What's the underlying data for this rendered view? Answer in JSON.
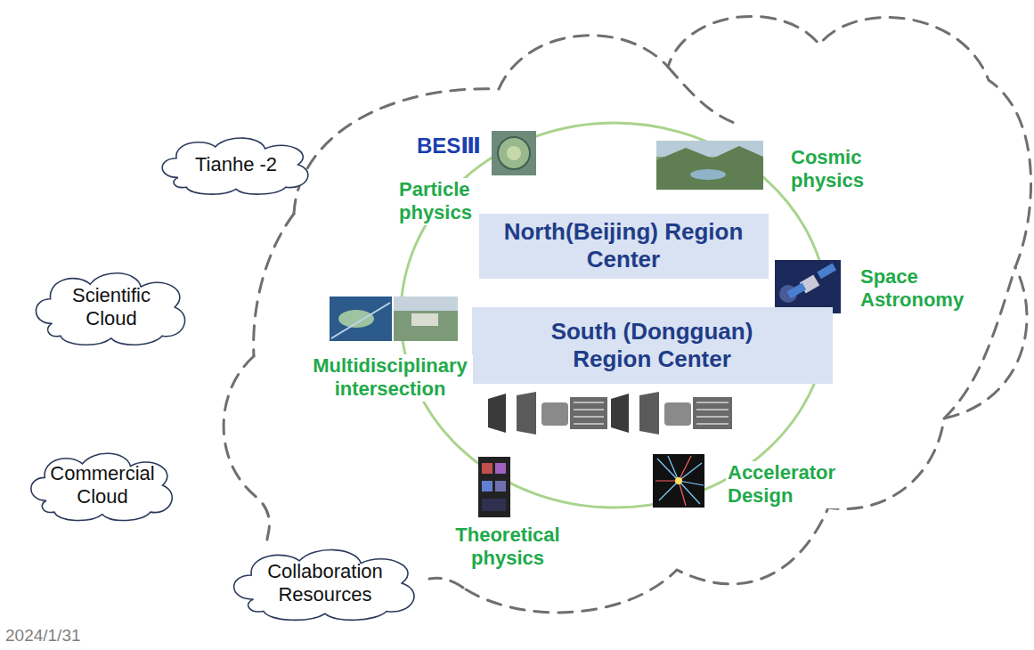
{
  "diagram": {
    "nodes": [
      {
        "text": [
          "Tianhe -2"
        ]
      },
      {
        "text": [
          "Scientific Cloud"
        ]
      },
      {
        "text": [
          "North(Beijing) Region Center"
        ]
      },
      {
        "text": [
          "South (Dongguan) Region Center"
        ]
      },
      {
        "text": [
          "Commercial Cloud"
        ]
      },
      {
        "text": [
          "Collaboration Resources"
        ]
      }
    ],
    "labels": [
      "BESⅢ",
      "Particle physics",
      "Cosmic physics",
      "Space Astronomy",
      "Multidisciplinary intersection",
      "Theoretical physics",
      "Accelerator Design",
      "2024/1/31"
    ]
  }
}
